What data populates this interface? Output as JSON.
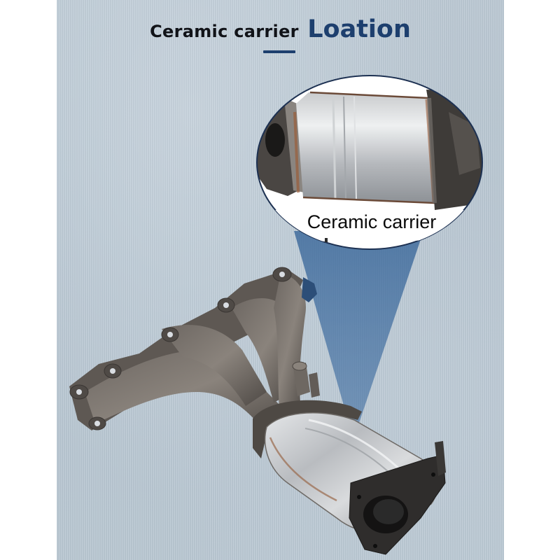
{
  "heading": {
    "prefix": "Ceramic carrier",
    "emphasis": "Loation",
    "prefix_color": "#111318",
    "emphasis_color": "#1d3f6e",
    "underline_color": "#1d3f6e"
  },
  "callout": {
    "label": "Ceramic carrier",
    "border_color": "#1d3152",
    "fill_color": "#ffffff",
    "beam_color": "#2f5f95"
  },
  "product": {
    "name": "exhaust-manifold-with-catalytic-converter",
    "components": [
      "exhaust-manifold",
      "catalytic-converter",
      "outlet-flange",
      "mounting-bracket",
      "sensor-bungs"
    ]
  },
  "background": {
    "panel_color": "#b9c7d2",
    "side_margin_color": "#ffffff"
  }
}
